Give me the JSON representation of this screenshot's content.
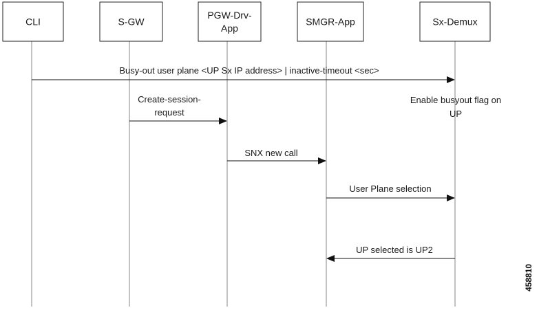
{
  "participants": [
    {
      "id": "cli",
      "lines": [
        "CLI"
      ]
    },
    {
      "id": "sgw",
      "lines": [
        "S-GW"
      ]
    },
    {
      "id": "pgw",
      "lines": [
        "PGW-Drv-",
        "App"
      ]
    },
    {
      "id": "smgr",
      "lines": [
        "SMGR-App"
      ]
    },
    {
      "id": "sxdemux",
      "lines": [
        "Sx-Demux"
      ]
    }
  ],
  "messages": [
    {
      "id": "busy-out",
      "from": "cli",
      "to": "sxdemux",
      "lines": [
        "Busy-out user plane <UP Sx IP address> | inactive-timeout <sec>"
      ]
    },
    {
      "id": "create-session",
      "from": "sgw",
      "to": "pgw",
      "lines": [
        "Create-session-",
        "request"
      ]
    },
    {
      "id": "snx-new-call",
      "from": "pgw",
      "to": "smgr",
      "lines": [
        "SNX new call"
      ]
    },
    {
      "id": "user-plane-selection",
      "from": "smgr",
      "to": "sxdemux",
      "lines": [
        "User Plane selection"
      ]
    },
    {
      "id": "up-selected",
      "from": "sxdemux",
      "to": "smgr",
      "lines": [
        "UP selected is UP2"
      ]
    }
  ],
  "notes": [
    {
      "id": "enable-busyout",
      "lines": [
        "Enable busyout flag on",
        "UP"
      ]
    }
  ],
  "figure_id": "458810"
}
